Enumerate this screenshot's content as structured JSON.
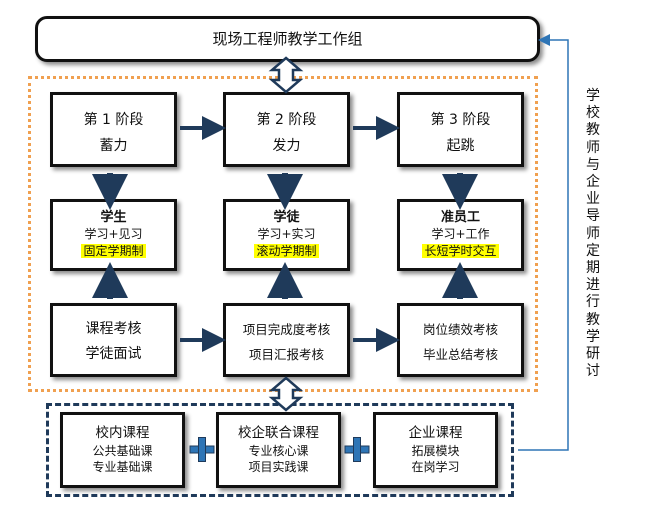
{
  "top": {
    "title": "现场工程师教学工作组"
  },
  "side_note": "学校教师与企业导师定期进行教学研讨",
  "stages": [
    {
      "line1": "第 1 阶段",
      "line2": "蓄力"
    },
    {
      "line1": "第 2 阶段",
      "line2": "发力"
    },
    {
      "line1": "第 3 阶段",
      "line2": "起跳"
    }
  ],
  "roles": [
    {
      "title": "学生",
      "sub": "学习+见习",
      "highlight": "固定学期制"
    },
    {
      "title": "学徒",
      "sub": "学习+实习",
      "highlight": "滚动学期制"
    },
    {
      "title": "准员工",
      "sub": "学习+工作",
      "highlight": "长短学时交互"
    }
  ],
  "assessments": [
    {
      "line1": "课程考核",
      "line2": "学徒面试"
    },
    {
      "line1": "项目完成度考核",
      "line2": "项目汇报考核"
    },
    {
      "line1": "岗位绩效考核",
      "line2": "毕业总结考核"
    }
  ],
  "courses": [
    {
      "title": "校内课程",
      "items": [
        "公共基础课",
        "专业基础课"
      ]
    },
    {
      "title": "校企联合课程",
      "items": [
        "专业核心课",
        "项目实践课"
      ]
    },
    {
      "title": "企业课程",
      "items": [
        "拓展模块",
        "在岗学习"
      ]
    }
  ],
  "colors": {
    "arrow": "#1f3a5a",
    "orange": "#f0a050",
    "highlight": "#ffff00",
    "plus": "#2e75b6",
    "feedback": "#2e75b6"
  }
}
